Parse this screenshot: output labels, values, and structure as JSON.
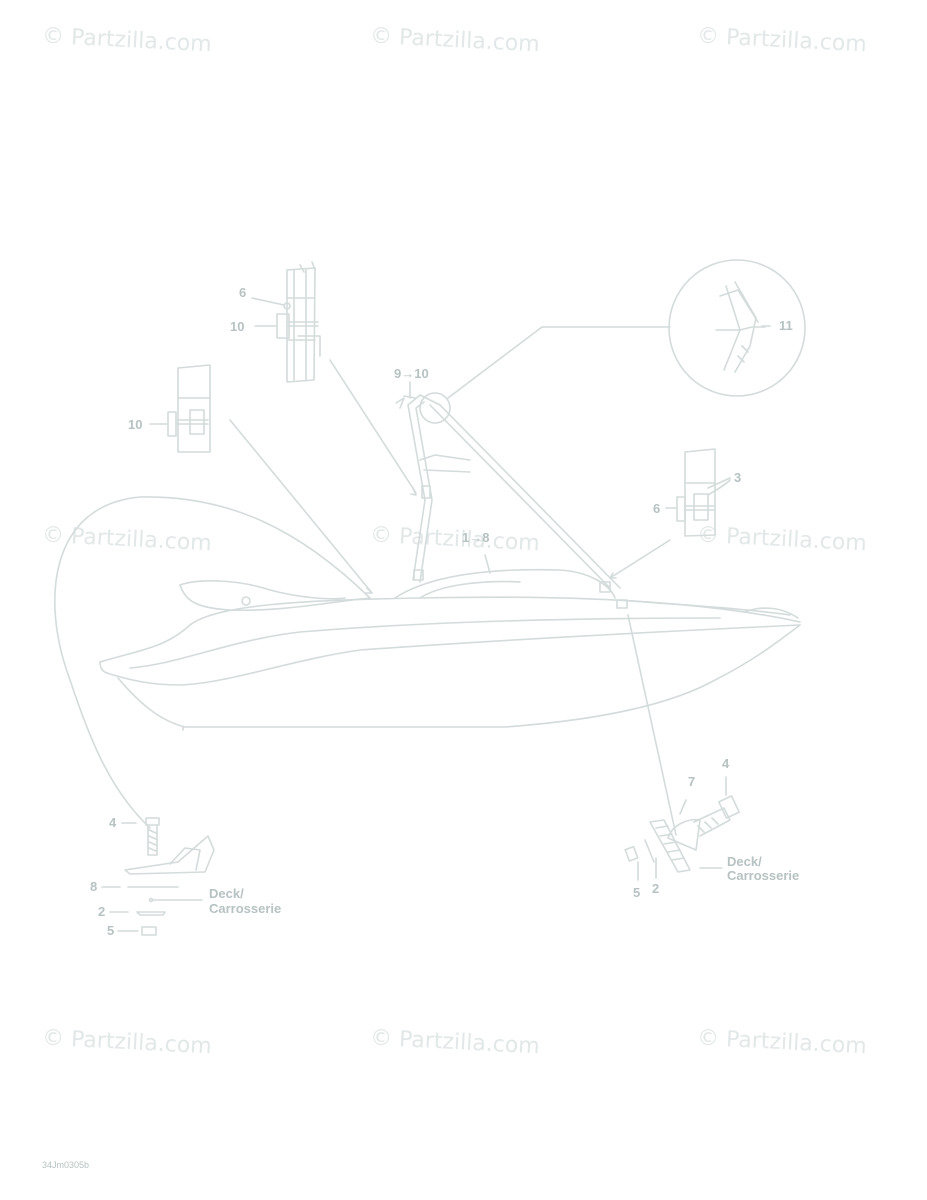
{
  "watermark_text": "© Partzilla.com",
  "callouts": {
    "c6_top": "6",
    "c10_top": "10",
    "c10_left": "10",
    "c9_10": "9→10",
    "c11": "11",
    "c3": "3",
    "c6_right": "6",
    "c4_left": "4",
    "c8_left": "8",
    "c2_left": "2",
    "c5_left": "5",
    "c7_right": "7",
    "c4_right": "4",
    "c5_right": "5",
    "c2_right": "2",
    "c1_8": "1→8"
  },
  "deck_label_left": [
    "Deck/",
    "Carrosserie"
  ],
  "deck_label_right": [
    "Deck/",
    "Carrosserie"
  ],
  "diagram_code": "34Jm0305b",
  "colors": {
    "line": "#d3dbdb",
    "label": "#b7c2c2",
    "watermark": "#e2e7e7"
  }
}
